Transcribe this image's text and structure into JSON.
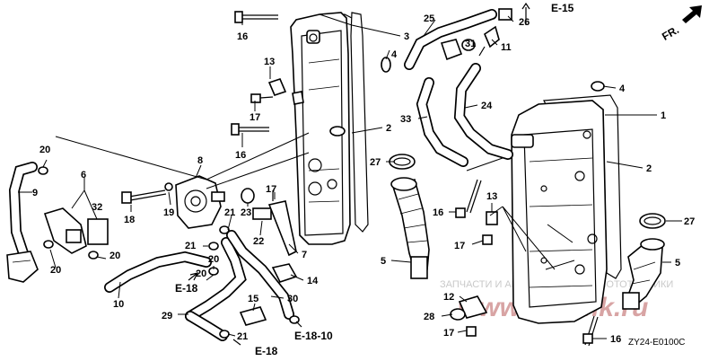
{
  "diagram": {
    "code": "ZY24-E0100C",
    "orientation_label": "FR.",
    "watermark_text": "ЗАПЧАСТИ И АКСЕССУАРЫ ДЛЯ МОТОТЕХНИКИ",
    "watermark_logo": "www.mtsmk.ru",
    "references": {
      "e15": "E-15",
      "e18_a": "E-18",
      "e18_b": "E-18",
      "e1810": "E-18-10"
    },
    "callouts": {
      "c16a": "16",
      "c3": "3",
      "c4a": "4",
      "c13a": "13",
      "c17a": "17",
      "c16b": "16",
      "c2a": "2",
      "c25": "25",
      "c26": "26",
      "c31": "31",
      "c11": "11",
      "c33": "33",
      "c24": "24",
      "c27a": "27",
      "c4b": "4",
      "c1": "1",
      "c2b": "2",
      "c20a": "20",
      "c9": "9",
      "c6": "6",
      "c8": "8",
      "c32": "32",
      "c18": "18",
      "c19": "19",
      "c23": "23",
      "c17b": "17",
      "c21a": "21",
      "c22": "22",
      "c21b": "21",
      "c20b": "20",
      "c20c": "20",
      "c20d": "20",
      "c7": "7",
      "c14": "14",
      "c30": "30",
      "c15": "15",
      "c10": "10",
      "c29": "29",
      "c21c": "21",
      "c16c": "16",
      "c13b": "13",
      "c17c": "17",
      "c5a": "5",
      "c12": "12",
      "c28": "28",
      "c17d": "17",
      "c16d": "16",
      "c27b": "27",
      "c5b": "5"
    }
  }
}
